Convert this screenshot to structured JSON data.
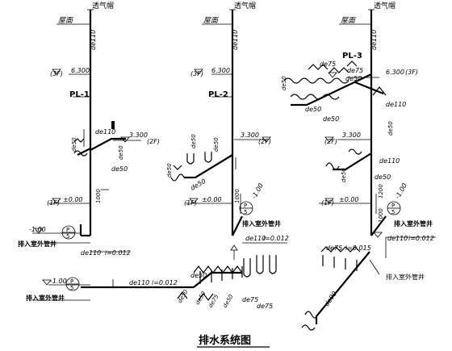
{
  "labels": {
    "vent_cap": "透气帽",
    "roof": "屋面",
    "pl1": "PL-1",
    "pl2": "PL-2",
    "pl3": "PL-3",
    "de110": "de110",
    "de75": "de75",
    "de50": "de50",
    "de90": "de90",
    "lvl_3f": "(3F)",
    "lvl_2f": "(2F)",
    "lvl_1f": "(1F)",
    "elev_6300": "6.300",
    "elev_3300": "3.300",
    "elev_0": "±0.00",
    "elev_m1": "-1.00",
    "dim_1000": "1000",
    "dim_1200": "1200",
    "to_manhole": "排入室外管井",
    "slope_012": "i=0.012",
    "slope_015": "i=0.015",
    "ref_p": "P",
    "ref_num": "5",
    "title": "排水系统图"
  }
}
